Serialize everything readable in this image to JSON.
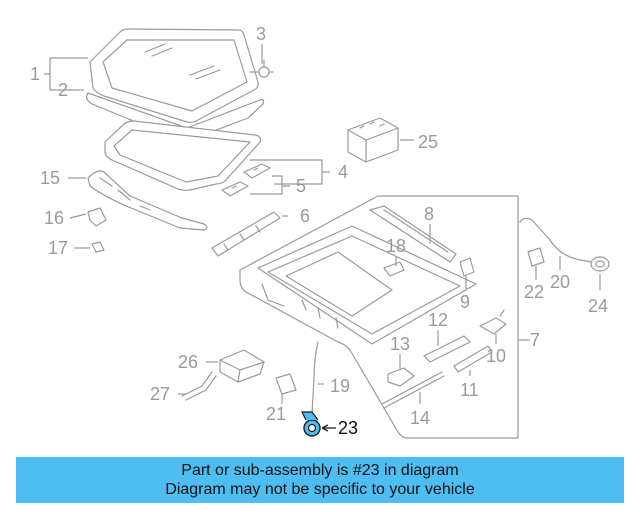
{
  "callouts": {
    "c1": "1",
    "c2": "2",
    "c3": "3",
    "c4": "4",
    "c5": "5",
    "c6": "6",
    "c7": "7",
    "c8": "8",
    "c9": "9",
    "c10": "10",
    "c11": "11",
    "c12": "12",
    "c13": "13",
    "c14": "14",
    "c15": "15",
    "c16": "16",
    "c17": "17",
    "c18": "18",
    "c19": "19",
    "c20": "20",
    "c21": "21",
    "c22": "22",
    "c23": "23",
    "c24": "24",
    "c25": "25",
    "c26": "26",
    "c27": "27"
  },
  "highlight": {
    "part": "23",
    "color": "#4dbdf2"
  },
  "banner": {
    "line1": "Part or sub-assembly is #23 in diagram",
    "line2": "Diagram may not be specific to your vehicle",
    "color": "#4dbdf2"
  }
}
